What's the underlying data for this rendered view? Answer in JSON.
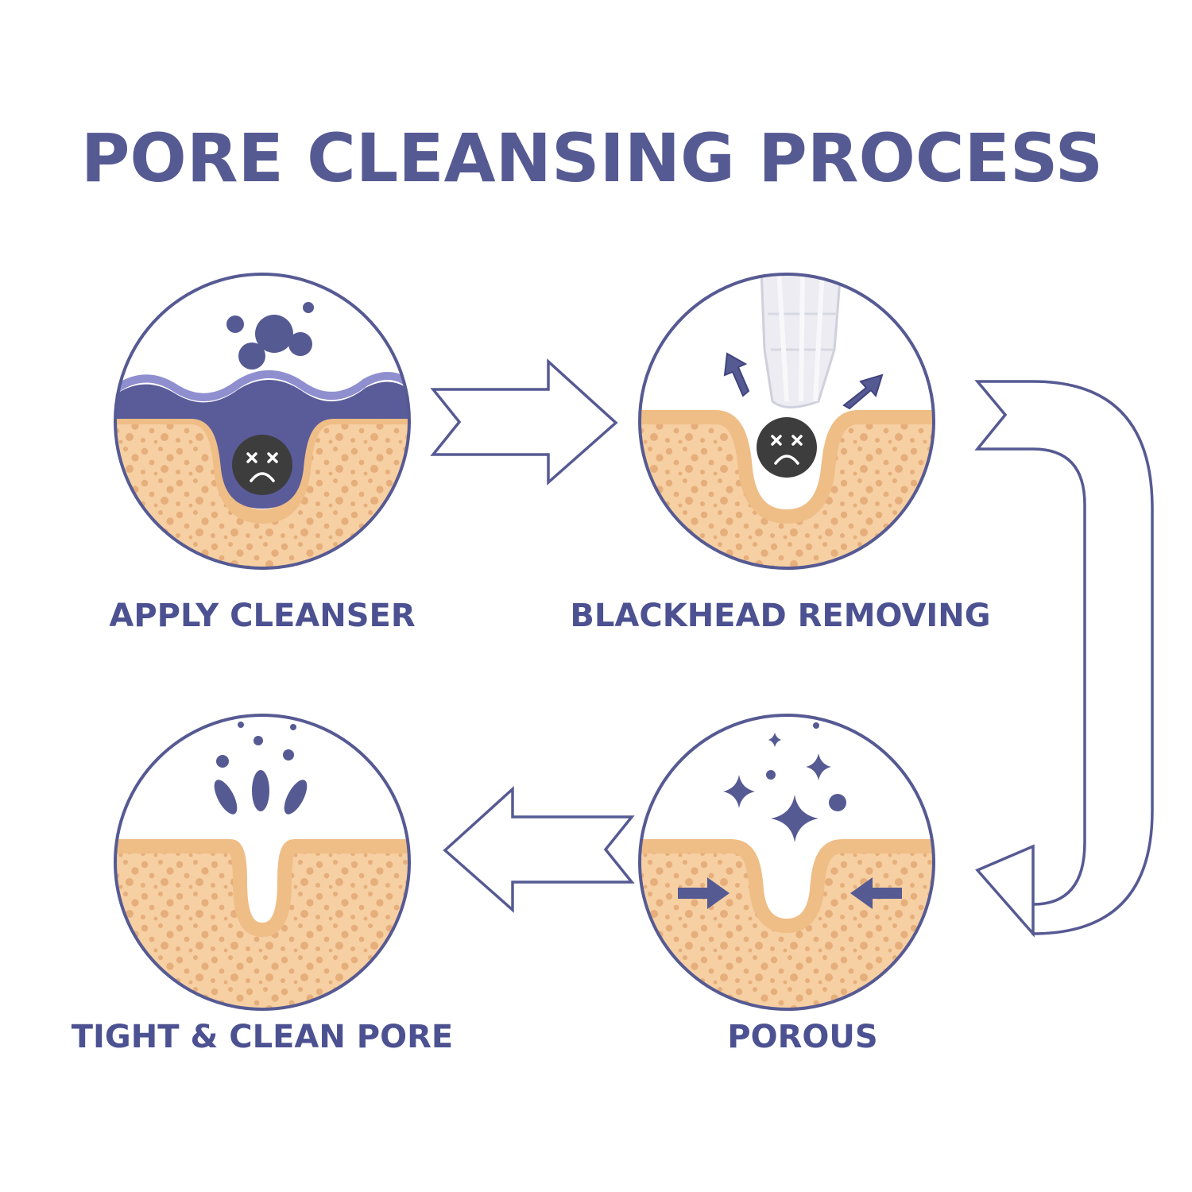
{
  "title": "PORE CLEANSING PROCESS",
  "steps": [
    {
      "label": "APPLY CLEANSER"
    },
    {
      "label": "BLACKHEAD REMOVING"
    },
    {
      "label": "POROUS"
    },
    {
      "label": "TIGHT & CLEAN PORE"
    }
  ],
  "colors": {
    "accent": "#565a93",
    "skin": "#f6cfa2",
    "skin_dots": "#e5ae7b",
    "pore_rim": "#efbd86",
    "blackhead": "#3d3d3d",
    "background": "#ffffff"
  },
  "icons": [
    "foam-bubbles-icon",
    "blackhead-face-icon",
    "extraction-arrow-icon",
    "sparkle-icon",
    "compress-arrow-icon",
    "splash-drops-icon"
  ]
}
